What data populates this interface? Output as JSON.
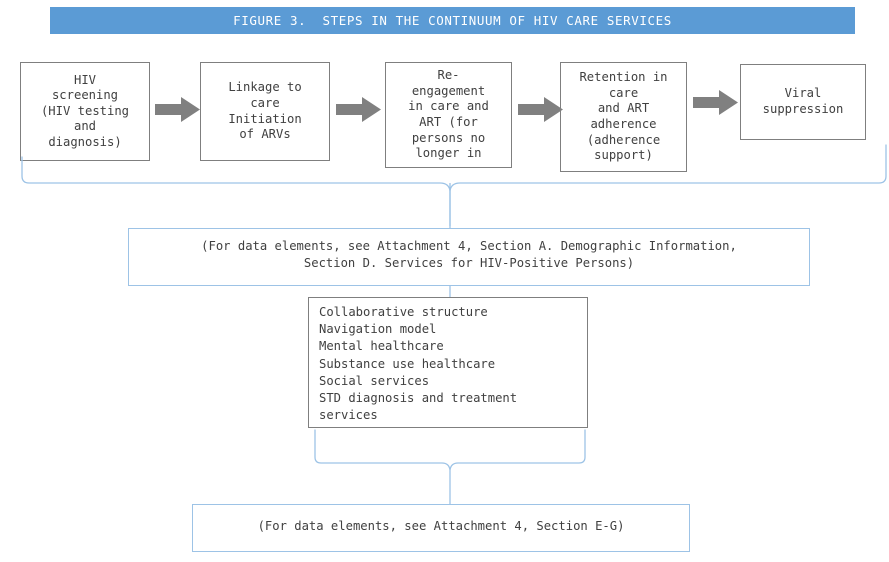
{
  "figure": {
    "title": "FIGURE 3.  STEPS IN THE CONTINUUM OF HIV CARE SERVICES",
    "banner_color": "#5b9bd5",
    "box_border_color": "#7f7f7f",
    "note_border_color": "#9dc3e6",
    "arrow_color": "#808080",
    "text_color": "#404040"
  },
  "steps": [
    {
      "id": "hiv-screening",
      "label": "HIV\nscreening\n(HIV testing\nand\ndiagnosis)"
    },
    {
      "id": "linkage-to-care",
      "label": "Linkage to\ncare\nInitiation\nof ARVs"
    },
    {
      "id": "re-engagement",
      "label": "Re-\nengagement\nin care and\nART (for\npersons no\nlonger in"
    },
    {
      "id": "retention-in-care",
      "label": "Retention in\ncare\nand ART\nadherence\n(adherence\nsupport)"
    },
    {
      "id": "viral-suppression",
      "label": "Viral\nsuppression"
    }
  ],
  "arrows": [
    {
      "id": "arrow-screening-to-linkage",
      "glyph": "right-arrow"
    },
    {
      "id": "arrow-linkage-to-reengagement",
      "glyph": "right-arrow"
    },
    {
      "id": "arrow-reengagement-to-retention",
      "glyph": "right-arrow"
    },
    {
      "id": "arrow-retention-to-viral",
      "glyph": "right-arrow"
    }
  ],
  "notes": {
    "top": "(For data elements, see Attachment 4, Section A. Demographic Information,\nSection D. Services for HIV-Positive Persons)",
    "bottom": "(For data elements, see Attachment 4, Section E-G)"
  },
  "services_list": [
    "Collaborative structure",
    "Navigation model",
    "Mental healthcare",
    "Substance use healthcare",
    "Social services",
    "STD diagnosis and treatment",
    "services"
  ]
}
